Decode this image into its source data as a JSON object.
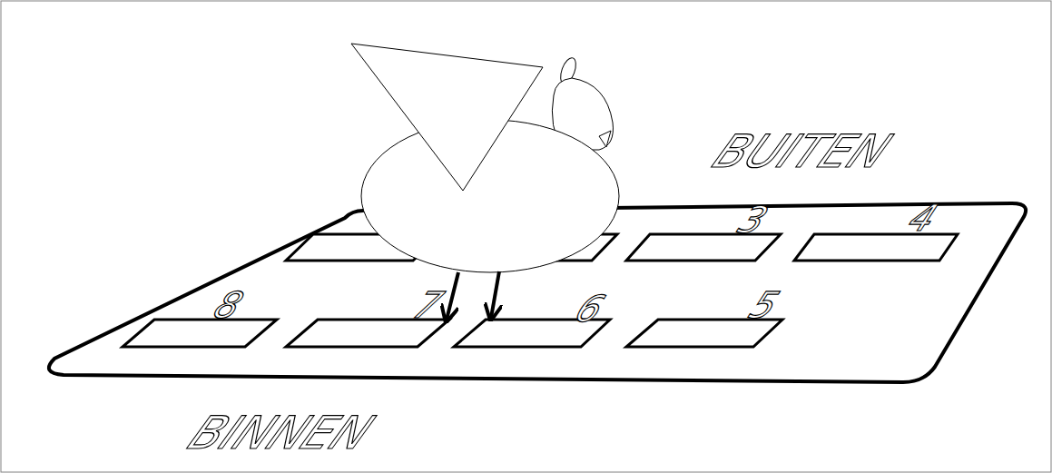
{
  "diagram": {
    "labels": [
      "BUITEN",
      "3",
      "4",
      "8",
      "7",
      "6",
      "5",
      "BINNEN"
    ]
  }
}
